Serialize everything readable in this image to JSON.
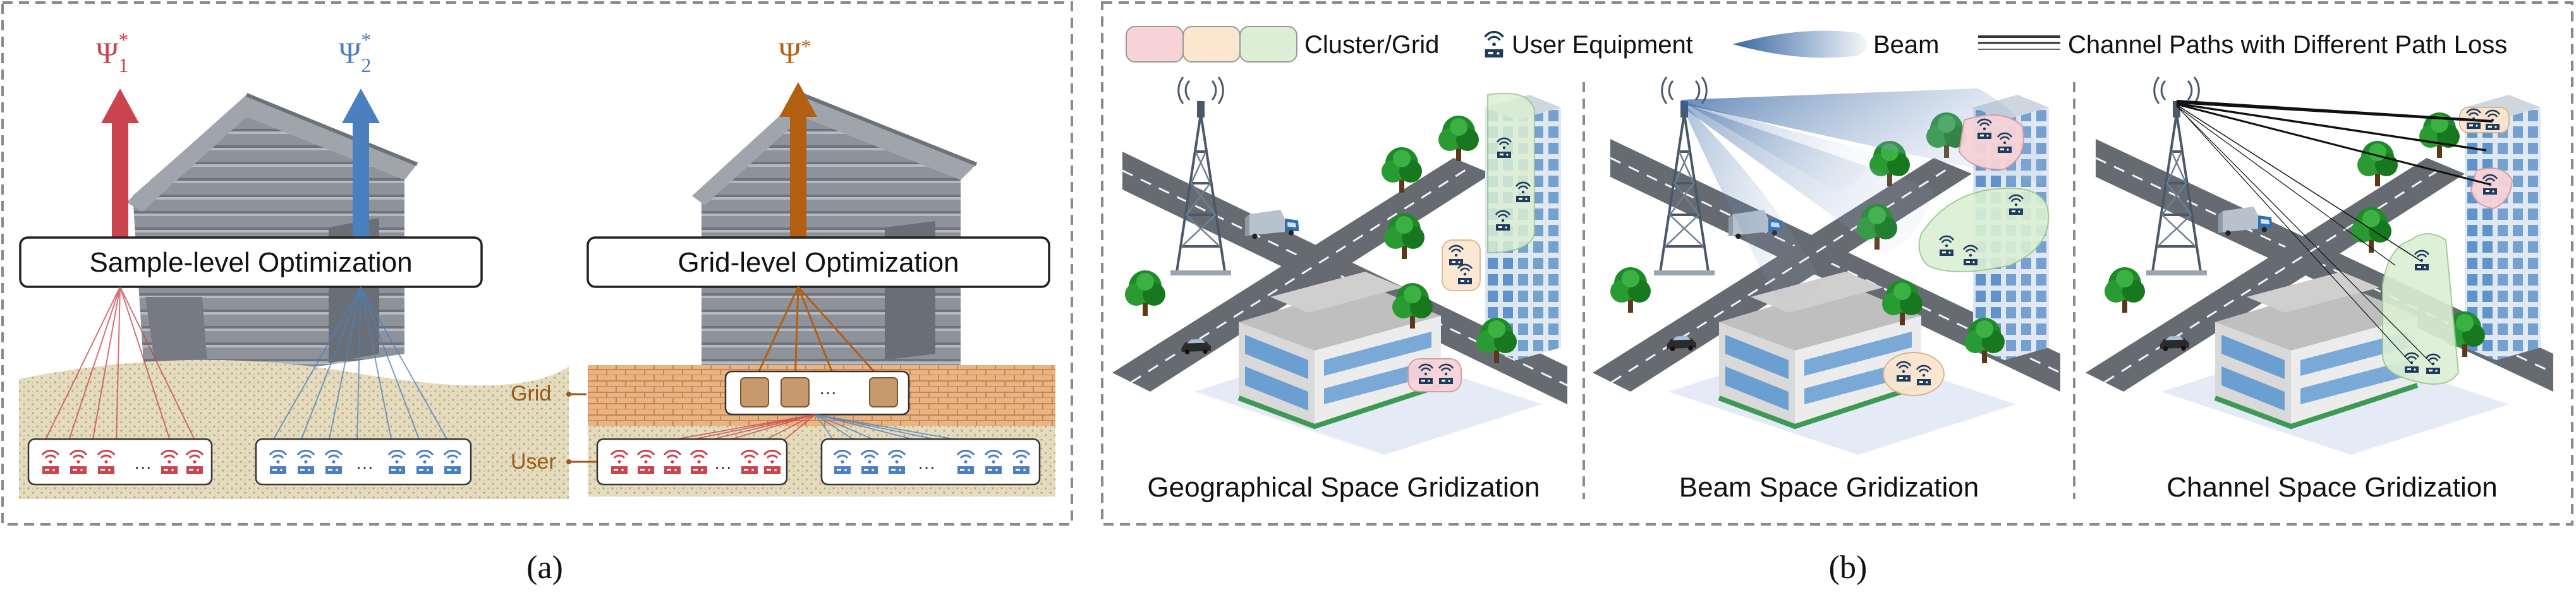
{
  "panel_a": {
    "caption": "(a)",
    "left": {
      "arrow1_psi": "Ψ",
      "arrow1_sub": "1",
      "arrow1_sup": "*",
      "arrow2_psi": "Ψ",
      "arrow2_sub": "2",
      "arrow2_sup": "*",
      "box_label": "Sample-level Optimization",
      "dots_red": "···",
      "dots_blue": "···"
    },
    "right": {
      "arrow_psi": "Ψ",
      "arrow_sup": "*",
      "box_label": "Grid-level Optimization",
      "grid_label": "Grid",
      "user_label": "User",
      "grid_dots": "···",
      "dots_red": "···",
      "dots_blue": "···"
    }
  },
  "panel_b": {
    "caption": "(b)",
    "legend": {
      "cluster": "Cluster/Grid",
      "ue": "User Equipment",
      "beam": "Beam",
      "channel": "Channel Paths with Different Path Loss"
    },
    "scenes": [
      {
        "title": "Geographical Space Gridization"
      },
      {
        "title": "Beam Space Gridization"
      },
      {
        "title": "Channel Space Gridization"
      }
    ]
  },
  "colors": {
    "red": "#c9444c",
    "blue": "#4a7fc0",
    "brown": "#b35f12",
    "pink_cluster": "#f7d3d8",
    "peach_cluster": "#fbe6cf",
    "green_cluster": "#dcefd4",
    "dash": "#8a8a8a"
  }
}
